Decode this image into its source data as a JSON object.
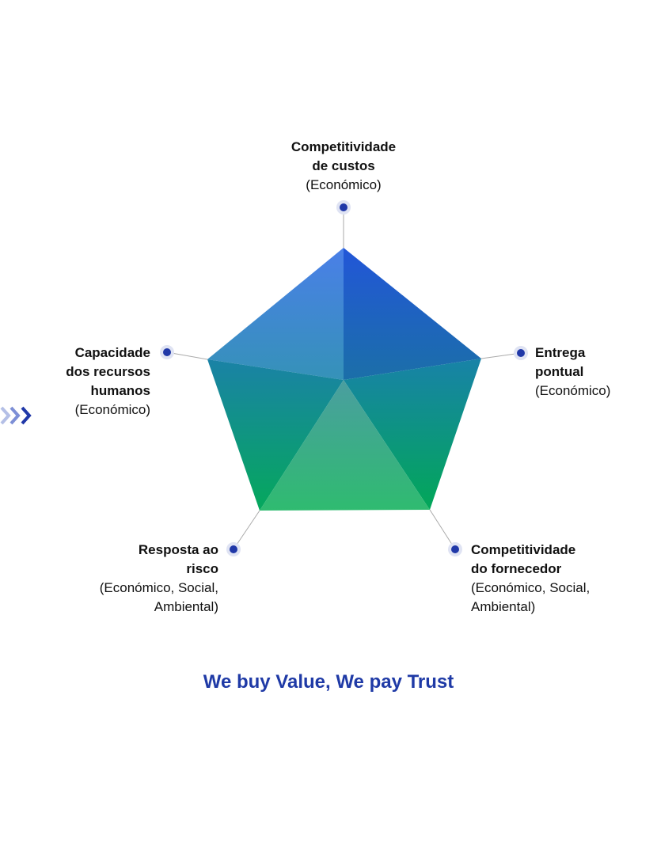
{
  "diagram": {
    "axes": [
      {
        "id": "cost",
        "title_lines": [
          "Competitividade",
          "de custos"
        ],
        "sub_lines": [
          "(Económico)"
        ]
      },
      {
        "id": "delivery",
        "title_lines": [
          "Entrega",
          "pontual"
        ],
        "sub_lines": [
          "(Económico)"
        ]
      },
      {
        "id": "supplier",
        "title_lines": [
          "Competitividade",
          "do fornecedor"
        ],
        "sub_lines": [
          "(Económico, Social,",
          "Ambiental)"
        ]
      },
      {
        "id": "risk",
        "title_lines": [
          "Resposta ao",
          "risco"
        ],
        "sub_lines": [
          "(Económico, Social,",
          "Ambiental)"
        ]
      },
      {
        "id": "hr",
        "title_lines": [
          "Capacidade",
          "dos recursos",
          "humanos"
        ],
        "sub_lines": [
          "(Económico)"
        ]
      }
    ]
  },
  "slogan": "We buy Value, We pay Trust",
  "colors": {
    "marker_dot": "#2038a8",
    "marker_ring": "#dfe3f3",
    "connector": "#aaaaaa",
    "slogan": "#1f3aa6",
    "chevron_light": "#b4bfe6",
    "chevron_mid": "#7d8fd6",
    "chevron_dark": "#2038a8"
  }
}
